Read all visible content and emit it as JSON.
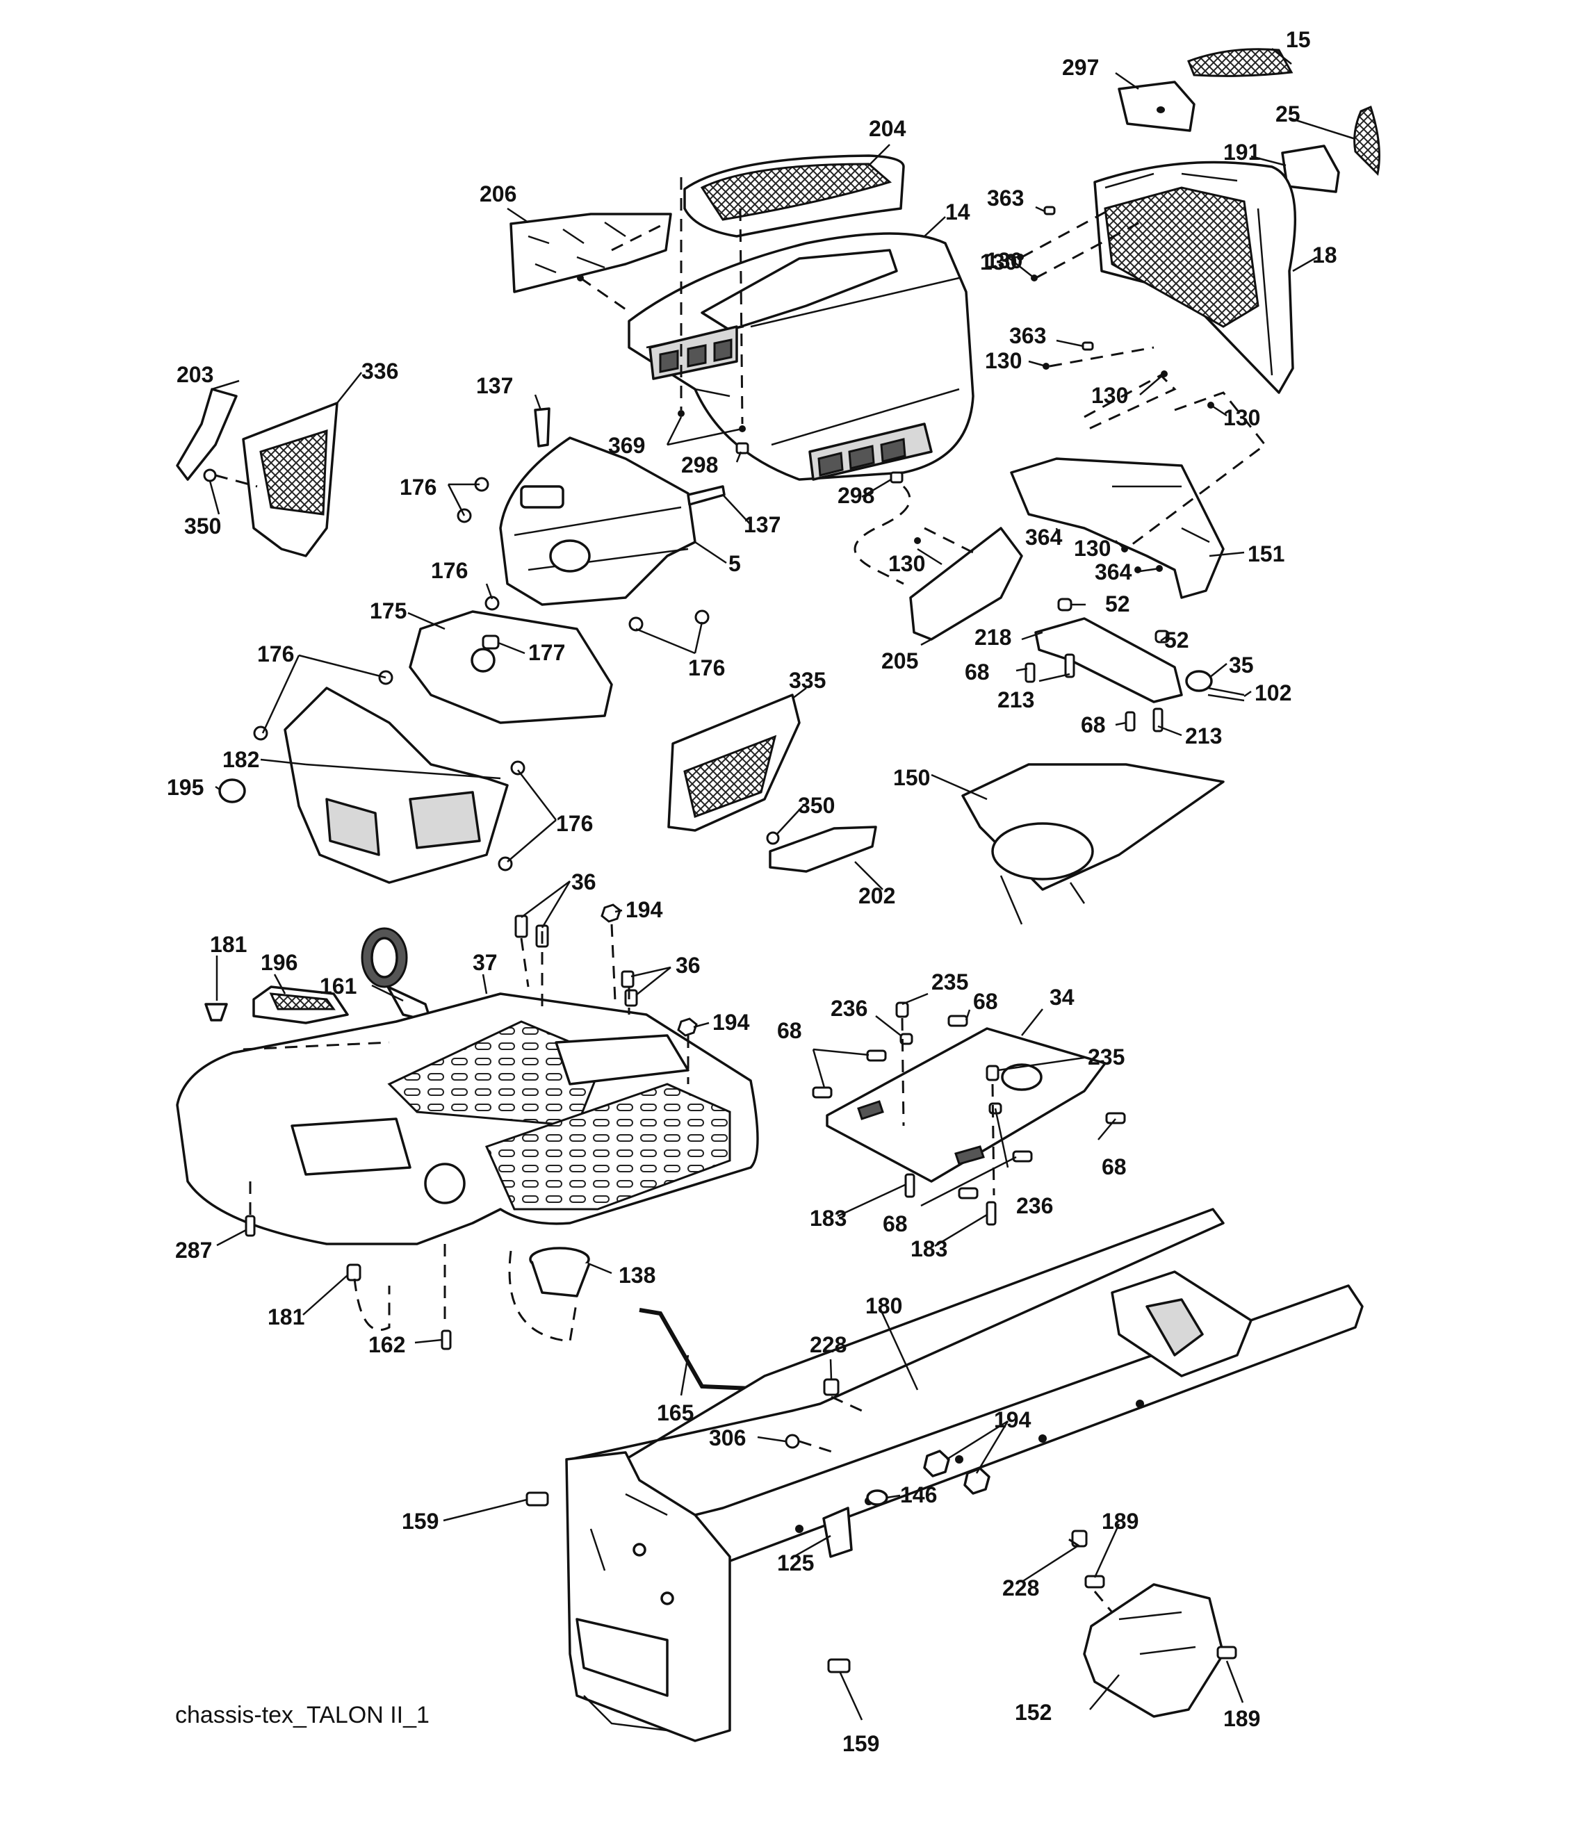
{
  "caption": "chassis-tex_TALON II_1",
  "callouts": [
    {
      "id": "c15",
      "text": "15"
    },
    {
      "id": "c297",
      "text": "297"
    },
    {
      "id": "c25",
      "text": "25"
    },
    {
      "id": "c204",
      "text": "204"
    },
    {
      "id": "c191",
      "text": "191"
    },
    {
      "id": "c206",
      "text": "206"
    },
    {
      "id": "c14",
      "text": "14"
    },
    {
      "id": "c363a",
      "text": "363"
    },
    {
      "id": "c18",
      "text": "18"
    },
    {
      "id": "c130a",
      "text": "130"
    },
    {
      "id": "c130b",
      "text": "130"
    },
    {
      "id": "c363b",
      "text": "363"
    },
    {
      "id": "c130c",
      "text": "130"
    },
    {
      "id": "c203",
      "text": "203"
    },
    {
      "id": "c336",
      "text": "336"
    },
    {
      "id": "c130d",
      "text": "130"
    },
    {
      "id": "c130e",
      "text": "130"
    },
    {
      "id": "c137a",
      "text": "137"
    },
    {
      "id": "c369",
      "text": "369"
    },
    {
      "id": "c298a",
      "text": "298"
    },
    {
      "id": "c176a",
      "text": "176"
    },
    {
      "id": "c298b",
      "text": "298"
    },
    {
      "id": "c137b",
      "text": "137"
    },
    {
      "id": "c350a",
      "text": "350"
    },
    {
      "id": "c364a",
      "text": "364"
    },
    {
      "id": "c130f",
      "text": "130"
    },
    {
      "id": "c151",
      "text": "151"
    },
    {
      "id": "c130g",
      "text": "130"
    },
    {
      "id": "c5",
      "text": "5"
    },
    {
      "id": "c364b",
      "text": "364"
    },
    {
      "id": "c176b",
      "text": "176"
    },
    {
      "id": "c175",
      "text": "175"
    },
    {
      "id": "c52a",
      "text": "52"
    },
    {
      "id": "c205",
      "text": "205"
    },
    {
      "id": "c218",
      "text": "218"
    },
    {
      "id": "c52b",
      "text": "52"
    },
    {
      "id": "c176c",
      "text": "176"
    },
    {
      "id": "c177",
      "text": "177"
    },
    {
      "id": "c176d",
      "text": "176"
    },
    {
      "id": "c68a",
      "text": "68"
    },
    {
      "id": "c35",
      "text": "35"
    },
    {
      "id": "c213a",
      "text": "213"
    },
    {
      "id": "c102",
      "text": "102"
    },
    {
      "id": "c335",
      "text": "335"
    },
    {
      "id": "c68b",
      "text": "68"
    },
    {
      "id": "c213b",
      "text": "213"
    },
    {
      "id": "c182",
      "text": "182"
    },
    {
      "id": "c150",
      "text": "150"
    },
    {
      "id": "c195",
      "text": "195"
    },
    {
      "id": "c350b",
      "text": "350"
    },
    {
      "id": "c176e",
      "text": "176"
    },
    {
      "id": "c202",
      "text": "202"
    },
    {
      "id": "c36a",
      "text": "36"
    },
    {
      "id": "c194a",
      "text": "194"
    },
    {
      "id": "c181a",
      "text": "181"
    },
    {
      "id": "c196",
      "text": "196"
    },
    {
      "id": "c37",
      "text": "37"
    },
    {
      "id": "c36b",
      "text": "36"
    },
    {
      "id": "c235a",
      "text": "235"
    },
    {
      "id": "c161",
      "text": "161"
    },
    {
      "id": "c68c",
      "text": "68"
    },
    {
      "id": "c34",
      "text": "34"
    },
    {
      "id": "c236a",
      "text": "236"
    },
    {
      "id": "c194b",
      "text": "194"
    },
    {
      "id": "c68d",
      "text": "68"
    },
    {
      "id": "c235b",
      "text": "235"
    },
    {
      "id": "c68e",
      "text": "68"
    },
    {
      "id": "c236b",
      "text": "236"
    },
    {
      "id": "c183a",
      "text": "183"
    },
    {
      "id": "c68f",
      "text": "68"
    },
    {
      "id": "c183b",
      "text": "183"
    },
    {
      "id": "c287",
      "text": "287"
    },
    {
      "id": "c138",
      "text": "138"
    },
    {
      "id": "c180",
      "text": "180"
    },
    {
      "id": "c181b",
      "text": "181"
    },
    {
      "id": "c162",
      "text": "162"
    },
    {
      "id": "c228a",
      "text": "228"
    },
    {
      "id": "c165",
      "text": "165"
    },
    {
      "id": "c194c",
      "text": "194"
    },
    {
      "id": "c306",
      "text": "306"
    },
    {
      "id": "c146",
      "text": "146"
    },
    {
      "id": "c159a",
      "text": "159"
    },
    {
      "id": "c189a",
      "text": "189"
    },
    {
      "id": "c125",
      "text": "125"
    },
    {
      "id": "c228b",
      "text": "228"
    },
    {
      "id": "c152",
      "text": "152"
    },
    {
      "id": "c189b",
      "text": "189"
    },
    {
      "id": "c159b",
      "text": "159"
    }
  ]
}
